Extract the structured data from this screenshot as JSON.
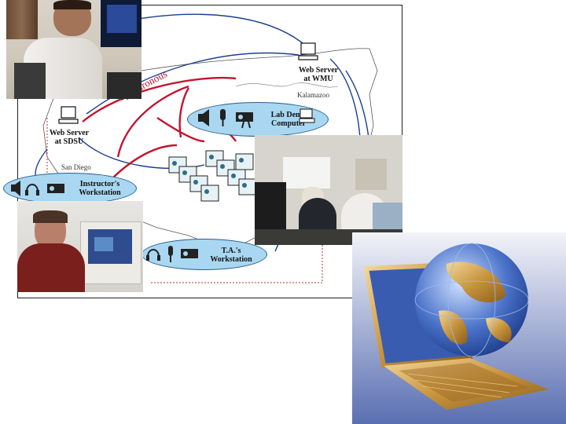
{
  "diagram": {
    "web_server_wmu": "Web Server\nat WMU",
    "web_server_sdsu": "Web Server\nat SDSU",
    "lab_demo": "Lab Demo\nComputer",
    "instructor": "Instructor's\nWorkstation",
    "ta": "T.A.'s\nWorkstation",
    "sync": "Synchronous",
    "kalamazoo": "Kalamazoo",
    "san_diego": "San Diego"
  },
  "colors": {
    "sync_arrow": "#c4142e",
    "async_arrow": "#1b3f8f",
    "pill_fill": "#a9d7f2",
    "dotted": "#b33"
  },
  "icons": [
    "computer-icon",
    "speaker-icon",
    "microphone-icon",
    "camera-icon",
    "headset-icon",
    "student-workstation-icon"
  ]
}
